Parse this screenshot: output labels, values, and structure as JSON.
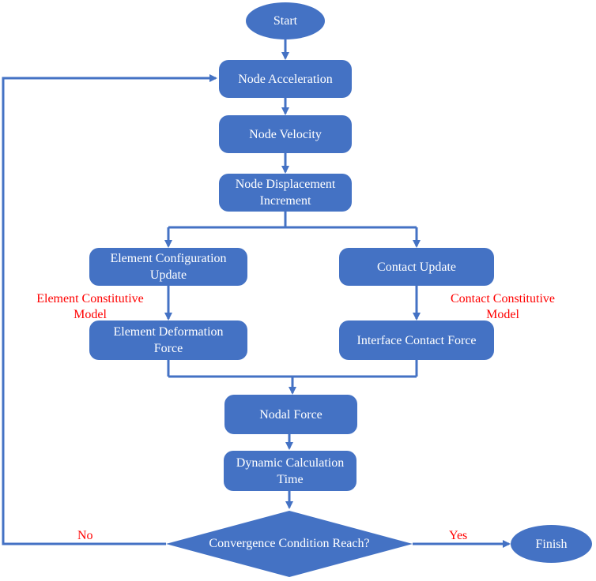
{
  "nodes": {
    "start": "Start",
    "acceleration": "Node Acceleration",
    "velocity": "Node Velocity",
    "displacement": "Node Displacement\nIncrement",
    "element_config": "Element Configuration\nUpdate",
    "contact_update": "Contact Update",
    "element_force": "Element Deformation\nForce",
    "contact_force": "Interface Contact Force",
    "nodal_force": "Nodal Force",
    "dynamic_time": "Dynamic Calculation\nTime",
    "convergence": "Convergence Condition Reach?",
    "finish": "Finish"
  },
  "annotations": {
    "element_model": "Element Constitutive\nModel",
    "contact_model": "Contact Constitutive\nModel"
  },
  "edges": {
    "no": "No",
    "yes": "Yes"
  },
  "colors": {
    "fill": "#4472c4",
    "text": "#ffffff",
    "annotation": "#ff0000"
  }
}
